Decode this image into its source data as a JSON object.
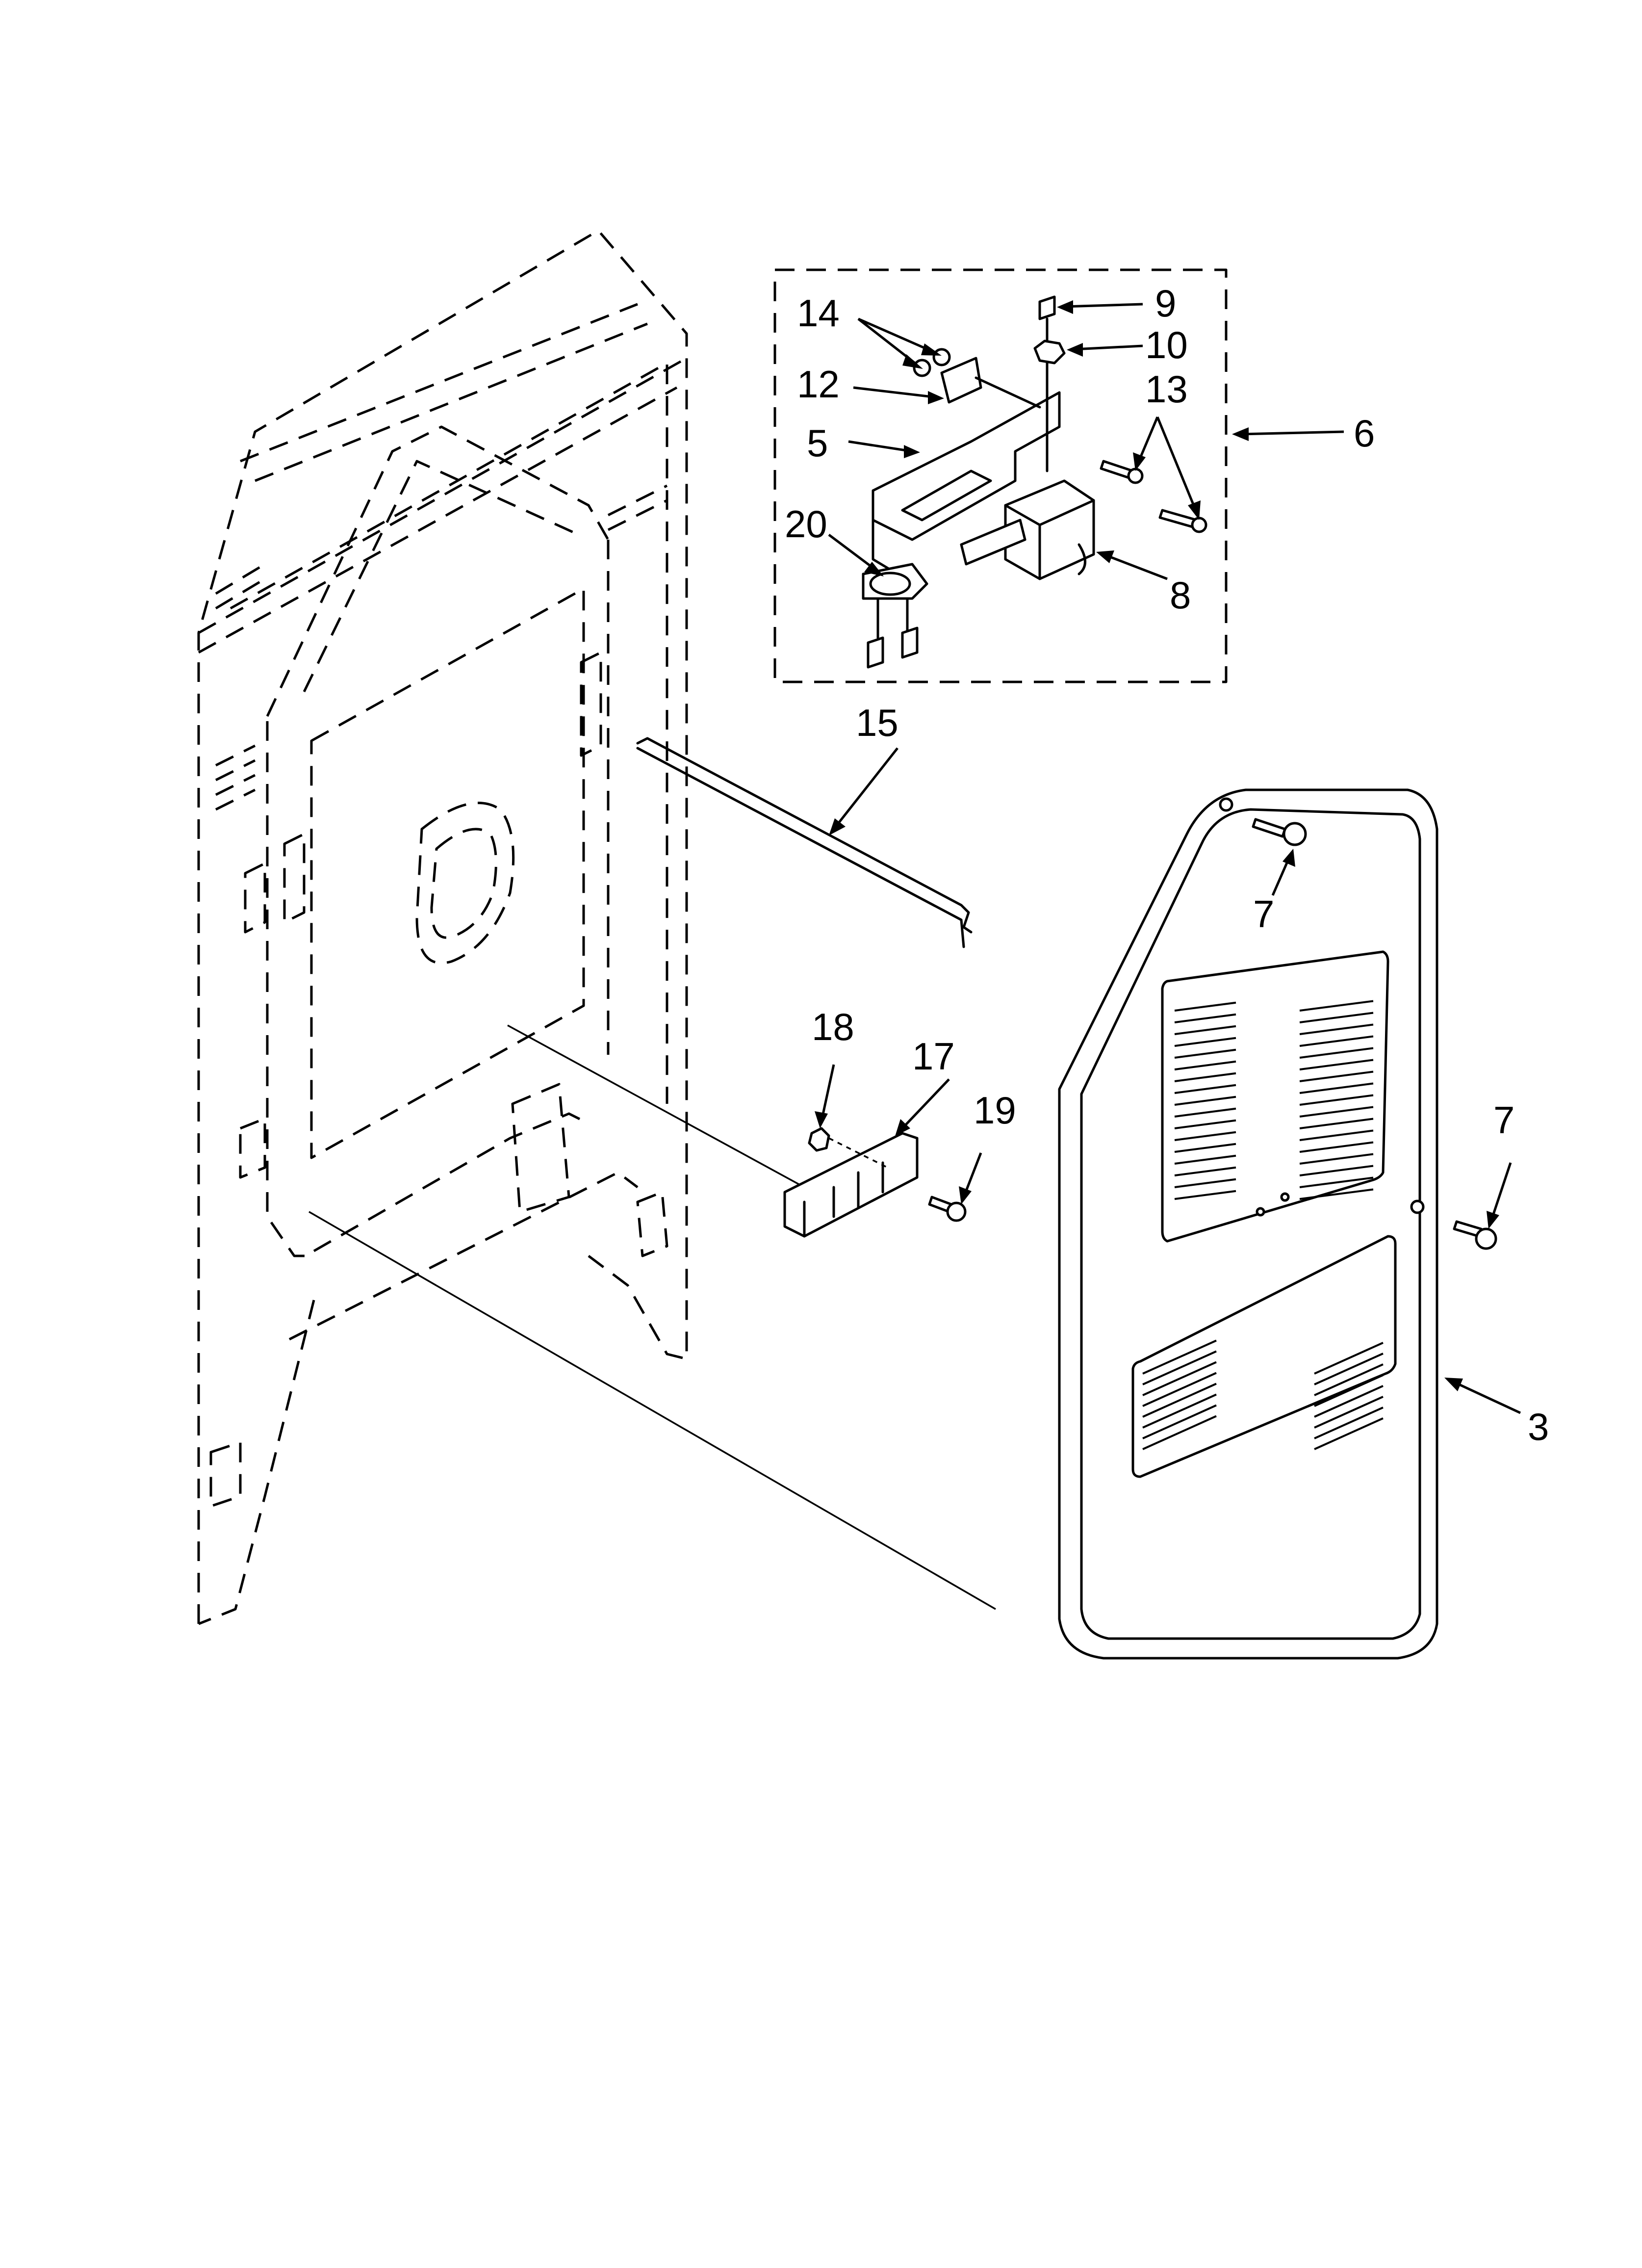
{
  "callouts": {
    "c3": "3",
    "c5": "5",
    "c6": "6",
    "c7_top": "7",
    "c7_right": "7",
    "c8": "8",
    "c9": "9",
    "c10": "10",
    "c12": "12",
    "c13": "13",
    "c14": "14",
    "c15": "15",
    "c17": "17",
    "c18": "18",
    "c19": "19",
    "c20": "20"
  }
}
